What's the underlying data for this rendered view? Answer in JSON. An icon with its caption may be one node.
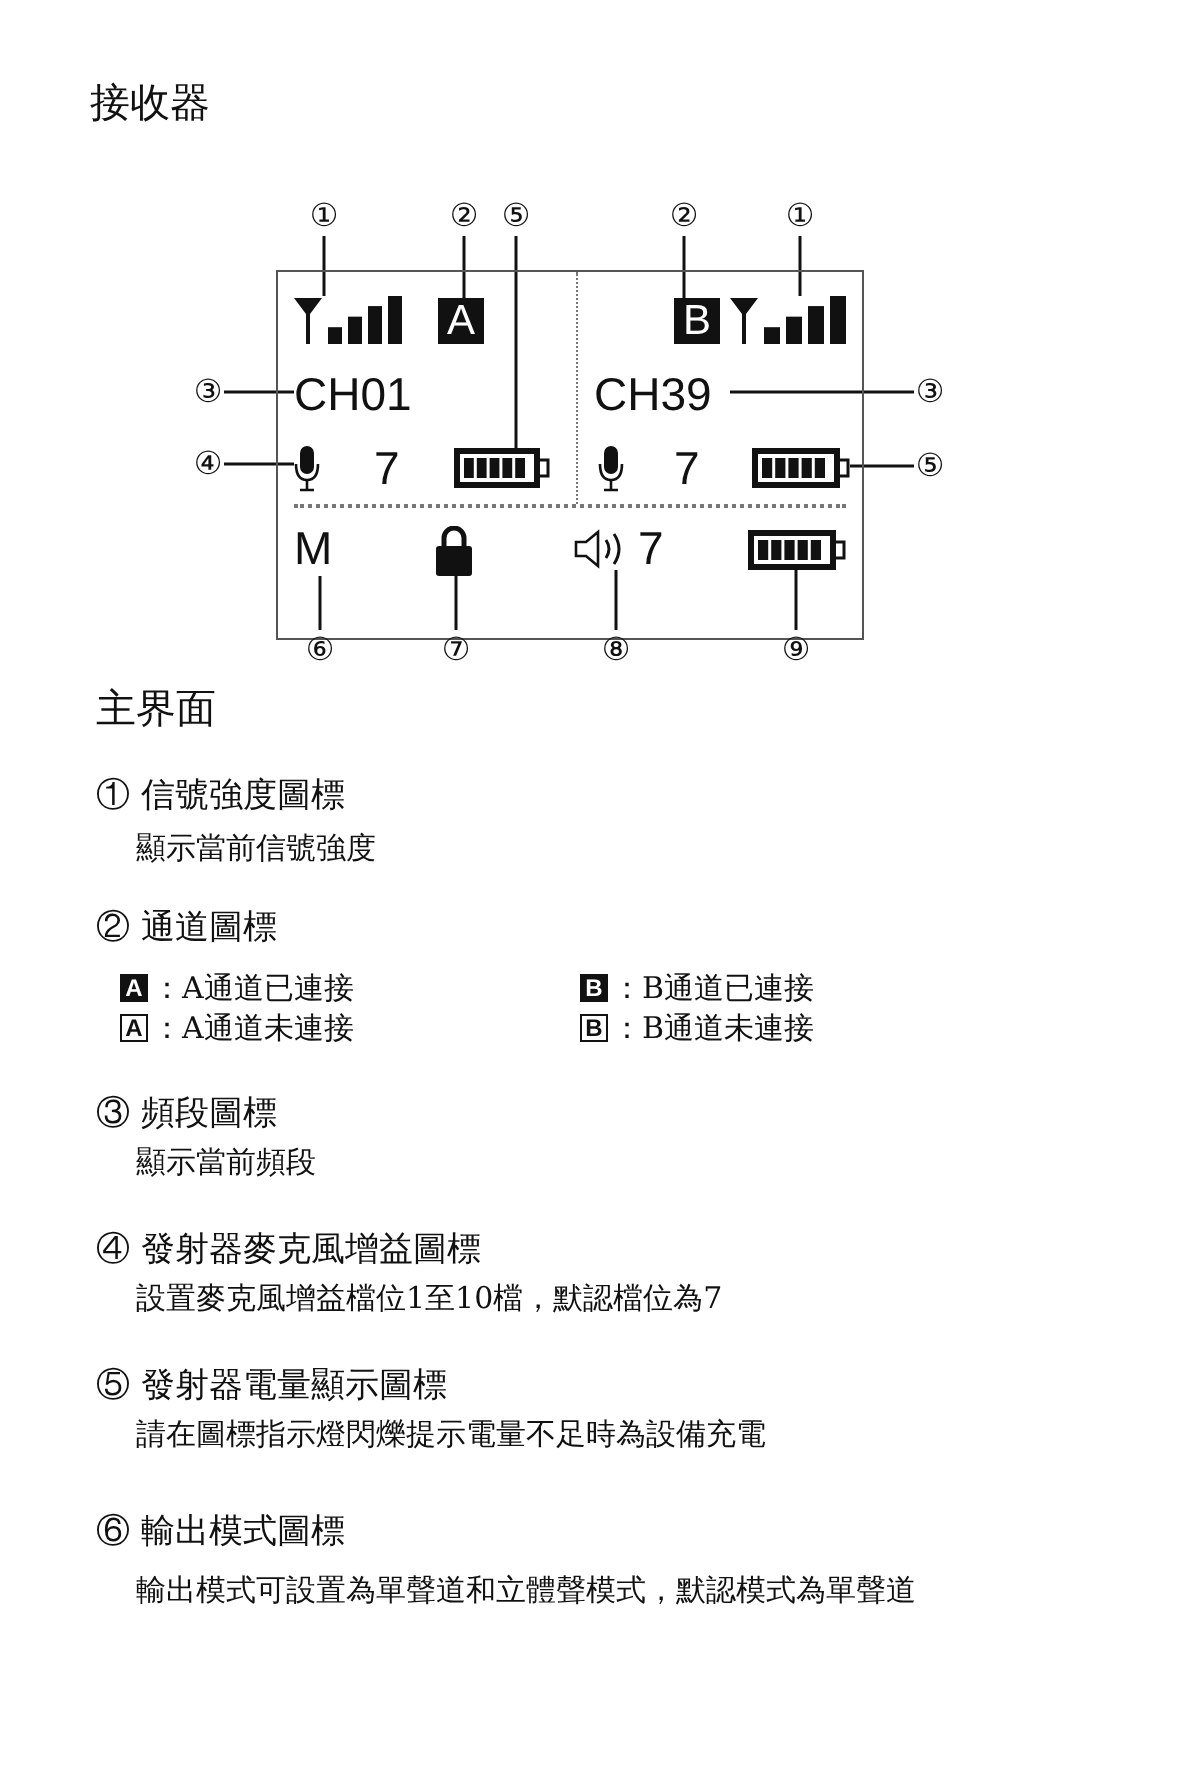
{
  "diagram": {
    "title": "接收器",
    "nodes": [
      {
        "text": [],
        "shape": "box"
      },
      {
        "text": [
          "①"
        ]
      },
      {
        "text": [
          "②"
        ]
      },
      {
        "text": [
          "⑤"
        ]
      },
      {
        "text": [
          "②"
        ]
      },
      {
        "text": [
          "①"
        ]
      },
      {
        "text": [],
        "shape": "antenna",
        "in": 0
      },
      {
        "text": [
          "A"
        ],
        "in": 0
      },
      {
        "text": [
          "B"
        ],
        "in": 0
      },
      {
        "text": [],
        "shape": "antenna",
        "in": 0
      },
      {
        "text": [
          "CH01"
        ],
        "in": 0
      },
      {
        "text": [
          "CH39"
        ],
        "in": 0
      },
      {
        "text": [],
        "shape": "microphone",
        "in": 0
      },
      {
        "text": [
          "7"
        ],
        "in": 0
      },
      {
        "text": [],
        "shape": "battery",
        "in": 0
      },
      {
        "text": [],
        "shape": "microphone",
        "in": 0
      },
      {
        "text": [
          "7"
        ],
        "in": 0
      },
      {
        "text": [],
        "shape": "battery",
        "in": 0
      },
      {
        "text": [
          "M"
        ],
        "in": 0
      },
      {
        "text": [],
        "shape": "padlock",
        "in": 0
      },
      {
        "text": [],
        "shape": "speaker",
        "in": 0
      },
      {
        "text": [
          "7"
        ],
        "in": 0
      },
      {
        "text": [],
        "shape": "battery",
        "in": 0
      },
      {
        "text": [
          "③"
        ]
      },
      {
        "text": [
          "③"
        ]
      },
      {
        "text": [
          "④"
        ]
      },
      {
        "text": [
          "⑤"
        ]
      },
      {
        "text": [
          "⑥"
        ]
      },
      {
        "text": [
          "⑦"
        ]
      },
      {
        "text": [
          "⑧"
        ]
      },
      {
        "text": [
          "⑨"
        ]
      }
    ],
    "edges": [
      {
        "from": 1,
        "to": 6,
        "arrow": "none"
      },
      {
        "from": 2,
        "to": 7,
        "arrow": "none"
      },
      {
        "from": 3,
        "to": 14,
        "arrow": "none"
      },
      {
        "from": 4,
        "to": 8,
        "arrow": "none"
      },
      {
        "from": 5,
        "to": 9,
        "arrow": "none"
      },
      {
        "from": 23,
        "to": 10,
        "arrow": "none"
      },
      {
        "from": 24,
        "to": 11,
        "arrow": "none"
      },
      {
        "from": 25,
        "to": 12,
        "arrow": "none"
      },
      {
        "from": 26,
        "to": 17,
        "arrow": "none"
      },
      {
        "from": 27,
        "to": 18,
        "arrow": "none"
      },
      {
        "from": 28,
        "to": 19,
        "arrow": "none"
      },
      {
        "from": 29,
        "to": 20,
        "arrow": "none"
      },
      {
        "from": 30,
        "to": 22,
        "arrow": "none"
      }
    ],
    "labels": [
      "主界面",
      "① 信號強度圖標",
      "顯示當前信號強度",
      "② 通道圖標",
      "A：A通道已連接",
      "B：B通道已連接",
      "A：A通道未連接",
      "B：B通道未連接",
      "③ 頻段圖標",
      "顯示當前頻段",
      "④ 發射器麥克風增益圖標",
      "設置麥克風增益檔位1至10檔，默認檔位為7",
      "⑤ 發射器電量顯示圖標",
      "請在圖標指示燈閃爍提示電量不足時為設備充電",
      "⑥ 輸出模式圖標",
      "輸出模式可設置為單聲道和立體聲模式，默認模式為單聲道"
    ]
  }
}
